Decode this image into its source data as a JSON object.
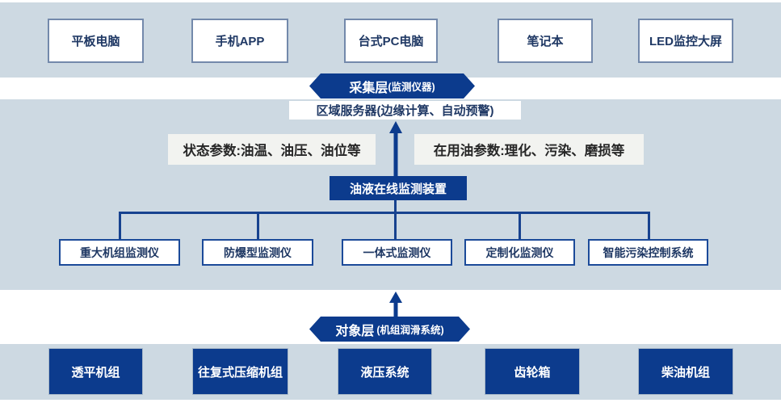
{
  "colors": {
    "band_bg": "#cdd9e2",
    "dark_blue": "#0c3b8d",
    "connector_blue": "#17428f",
    "monitor_border": "#1b4a99",
    "device_border": "#7389ab",
    "navy_text": "#1f3864",
    "label_bg": "#f2f3f0",
    "label_text": "#262626"
  },
  "top_band": {
    "items": [
      "平板电脑",
      "手机APP",
      "台式PC电脑",
      "笔记本",
      "LED监控大屏"
    ]
  },
  "collection_layer_banner": {
    "title": "采集层",
    "subtitle": "(监测仪器)"
  },
  "middle": {
    "server_box": "区域服务器(边缘计算、自动预警)",
    "left_param_label": "状态参数:油温、油压、油位等",
    "right_param_label": "在用油参数:理化、污染、磨损等",
    "device_box": "油液在线监测装置",
    "monitors": [
      "重大机组监测仪",
      "防爆型监测仪",
      "一体式监测仪",
      "定制化监测仪",
      "智能污染控制系统"
    ]
  },
  "object_layer_banner": {
    "title": "对象层",
    "subtitle": "(机组润滑系统)"
  },
  "bottom_band": {
    "items": [
      "透平机组",
      "往复式压缩机组",
      "液压系统",
      "齿轮箱",
      "柴油机组"
    ]
  }
}
